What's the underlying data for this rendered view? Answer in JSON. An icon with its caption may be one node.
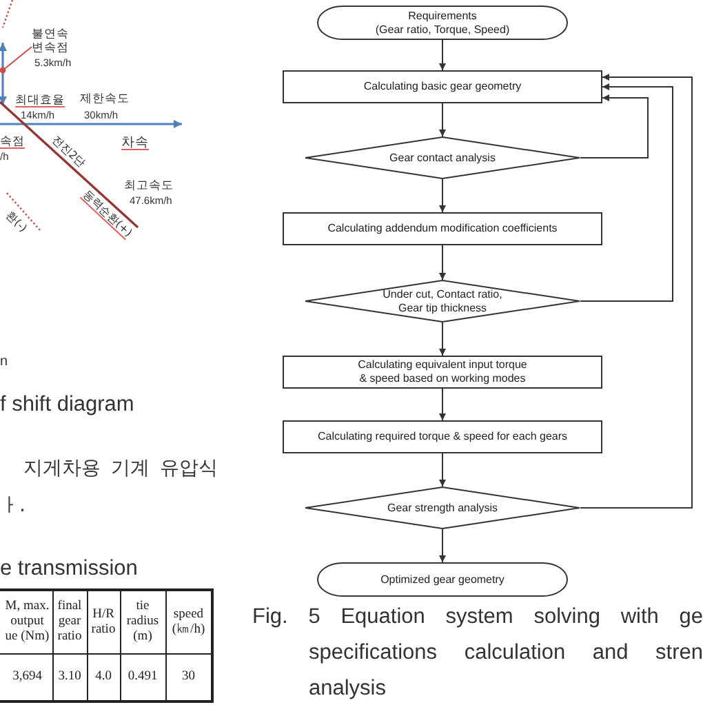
{
  "diagram": {
    "caption": "Fig. 5 Equation system solving with ge specifications calculation and stren analysis",
    "nodes": [
      {
        "text": [
          "Requirements",
          "(Gear ratio, Torque, Speed)"
        ]
      },
      {
        "text": [
          "Calculating basic gear geometry"
        ]
      },
      {
        "text": [
          "Gear contact analysis"
        ]
      },
      {
        "text": [
          "Calculating addendum modification coefficients"
        ]
      },
      {
        "text": [
          "Under cut, Contact ratio, Gear tip thickness"
        ]
      },
      {
        "text": [
          "Calculating equivalent input torque & speed based on working modes"
        ]
      },
      {
        "text": [
          "Calculating required torque & speed for each gears"
        ]
      },
      {
        "text": [
          "Gear strength analysis"
        ]
      },
      {
        "text": [
          "Optimized gear geometry"
        ]
      },
      {
        "text": [
          "불연속 변속점",
          "5.3km/h"
        ]
      }
    ],
    "edges": [
      {
        "from": 0,
        "to": 1,
        "arrow": "to"
      },
      {
        "from": 1,
        "to": 2,
        "arrow": "to"
      },
      {
        "from": 2,
        "to": 3,
        "arrow": "to"
      },
      {
        "from": 3,
        "to": 4,
        "arrow": "to"
      },
      {
        "from": 4,
        "to": 5,
        "arrow": "to"
      },
      {
        "from": 5,
        "to": 6,
        "arrow": "to"
      },
      {
        "from": 6,
        "to": 7,
        "arrow": "to"
      },
      {
        "from": 7,
        "to": 8,
        "arrow": "to"
      },
      {
        "from": 2,
        "to": 1,
        "arrow": "to"
      },
      {
        "from": 4,
        "to": 1,
        "arrow": "to"
      },
      {
        "from": 7,
        "to": 1,
        "arrow": "to"
      },
      {
        "from": 9,
        "to": null,
        "arrow": "other",
        "color": "#d04a4a"
      }
    ],
    "labels": [
      "최대효율",
      "14km/h",
      "제한속도",
      "30km/h",
      "속점",
      "/h",
      "차속",
      "전진2단",
      "최고속도",
      "47.6km/h",
      "동력순환(+)",
      "환(-)",
      "n",
      "f shift diagram",
      "지게차용 기계 유압식",
      "ㅏ.",
      "e transmission",
      "M, max. output ue (Nm)",
      "final gear ratio",
      "H/R ratio",
      "tie radius (m)",
      "speed (㎞/h)",
      "3,694",
      "3.10",
      "4.0",
      "0.491",
      "30"
    ]
  }
}
